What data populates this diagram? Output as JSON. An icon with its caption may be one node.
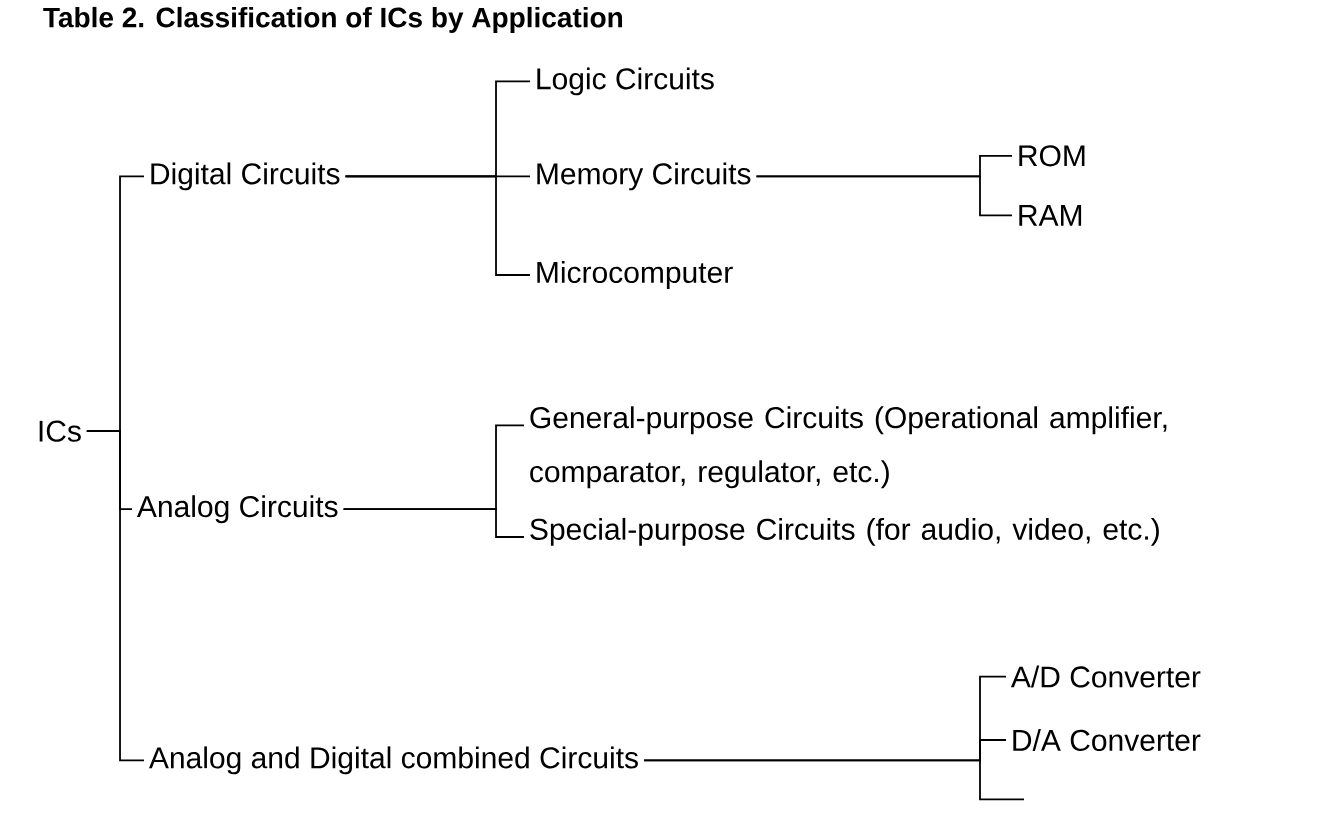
{
  "diagram": {
    "title": "Table 2. Classification of ICs by Application",
    "nodes": [
      {
        "text": [
          "ICs"
        ]
      },
      {
        "text": [
          "Digital Circuits"
        ]
      },
      {
        "text": [
          "Logic Circuits"
        ]
      },
      {
        "text": [
          "Memory Circuits"
        ]
      },
      {
        "text": [
          "ROM"
        ]
      },
      {
        "text": [
          "RAM"
        ]
      },
      {
        "text": [
          "Microcomputer"
        ]
      },
      {
        "text": [
          "Analog Circuits"
        ]
      },
      {
        "text": [
          "General-purpose Circuits (Operational amplifier, comparator, regulator, etc.)"
        ]
      },
      {
        "text": [
          "Special-purpose Circuits (for audio, video, etc.)"
        ]
      },
      {
        "text": [
          "Analog and Digital combined Circuits"
        ]
      },
      {
        "text": [
          "A/D Converter"
        ]
      },
      {
        "text": [
          "D/A Converter"
        ]
      }
    ],
    "edges": [
      {
        "from": 0,
        "to": 1,
        "arrow": "none"
      },
      {
        "from": 0,
        "to": 7,
        "arrow": "none"
      },
      {
        "from": 0,
        "to": 10,
        "arrow": "none"
      },
      {
        "from": 1,
        "to": 2,
        "arrow": "none"
      },
      {
        "from": 1,
        "to": 3,
        "arrow": "none"
      },
      {
        "from": 1,
        "to": 6,
        "arrow": "none"
      },
      {
        "from": 3,
        "to": 4,
        "arrow": "none"
      },
      {
        "from": 3,
        "to": 5,
        "arrow": "none"
      },
      {
        "from": 7,
        "to": 8,
        "arrow": "none"
      },
      {
        "from": 7,
        "to": 9,
        "arrow": "none"
      },
      {
        "from": 10,
        "to": 11,
        "arrow": "none"
      },
      {
        "from": 10,
        "to": 12,
        "arrow": "none"
      }
    ]
  }
}
